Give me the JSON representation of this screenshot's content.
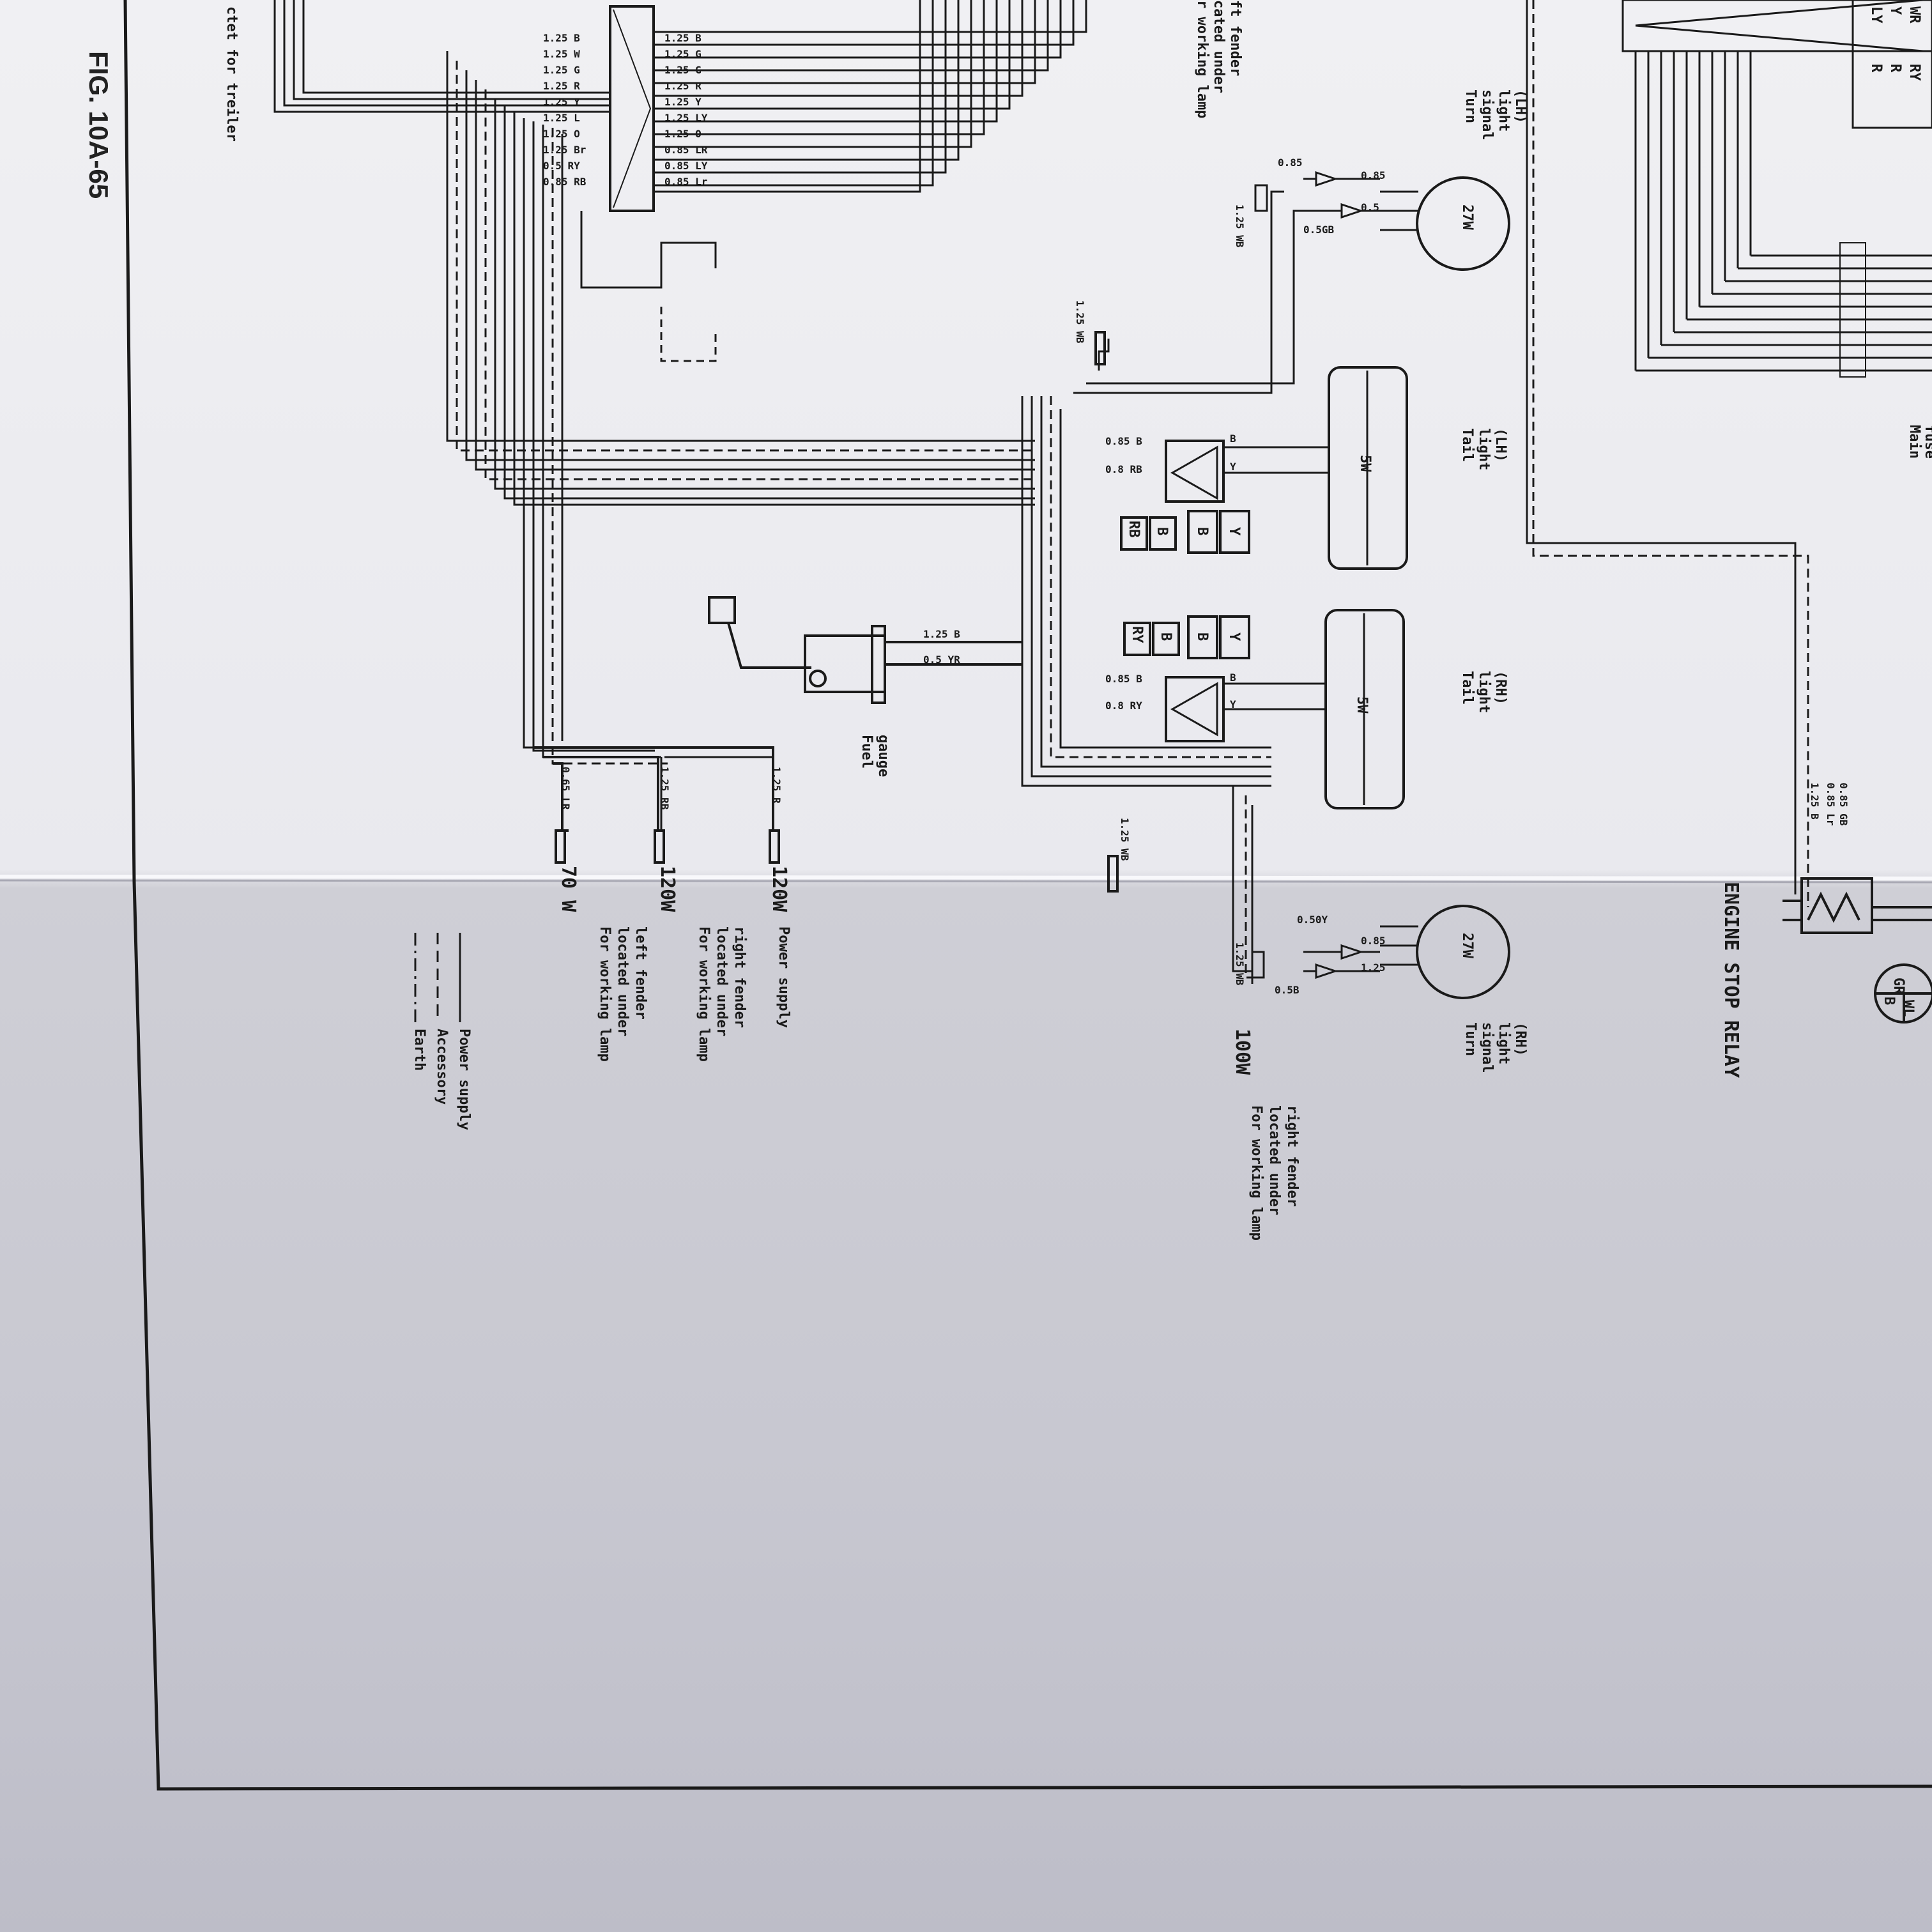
{
  "figure_label": "FIG. 10A-65",
  "trailer_socket_fragment": "ctet for treiler",
  "working_lamp_left_top_fragment": "r working lamp\ncated under\nft fender",
  "wire_sizes_connector_left": [
    "1.25 B",
    "1.25 W",
    "1.25 G",
    "1.25 R",
    "1.25 Y",
    "1.25 L",
    "1.25 O",
    "1.25 Br",
    "0.5 RY",
    "0.85 RB"
  ],
  "wire_sizes_connector_right": [
    "1.25 B",
    "1.25 G",
    "1.25 G",
    "1.25 R",
    "1.25 Y",
    "1.25 LY",
    "1.25 O",
    "0.85 LR",
    "0.85 LY",
    "0.85 Lr"
  ],
  "turn_lh": {
    "label": "Turn\nsignal\nlight\n(LH)",
    "watt": "27W",
    "w1": "0.85",
    "w2": "0.85",
    "w3": "0.5",
    "w4": "0.5GB",
    "w5": "1.25 WB"
  },
  "turn_rh": {
    "label": "Turn\nsignal\nlight\n(RH)",
    "watt": "27W",
    "w1": "0.50Y",
    "w2": "0.85",
    "w3": "1.25",
    "w4": "0.5B",
    "w5": "1.25 WB"
  },
  "tail_lh": {
    "label": "Tail\nlight\n(LH)",
    "watt": "5W",
    "w1": "0.85 B",
    "w2": "0.8 RB",
    "b": "B",
    "y": "Y",
    "c1": "RB",
    "c2": "B",
    "c3": "B",
    "c4": "Y"
  },
  "tail_rh": {
    "label": "Tail\nlight\n(RH)",
    "watt": "5W",
    "w1": "0.85 B",
    "w2": "0.8 RY",
    "b": "B",
    "y": "Y",
    "c1": "RY",
    "c2": "B",
    "c3": "B",
    "c4": "Y"
  },
  "wb_labels": {
    "top": "1.25 WB",
    "bottom": "1.25 WB"
  },
  "fuel_gauge": {
    "label": "Fuel\ngauge",
    "w1": "1.25 B",
    "w2": "0.5 YR"
  },
  "power_terminals": [
    {
      "wire": "1.25 R",
      "watt": "120W",
      "desc": "Power supply"
    },
    {
      "wire": "1.25 RB",
      "watt": "120W",
      "desc": "For working lamp\nlocated under\nright fender"
    },
    {
      "wire": "0.65 LR",
      "watt": "70 W",
      "desc": "For working lamp\nlocated under\nleft fender"
    }
  ],
  "right_working_lamp": {
    "watt": "100W",
    "desc": "For working lamp\nlocated under\nright fender"
  },
  "legend": [
    {
      "style": "solid",
      "label": "Power supply"
    },
    {
      "style": "dashed",
      "label": "Accessory"
    },
    {
      "style": "dashdot",
      "label": "Earth"
    }
  ],
  "engine_stop_relay": {
    "label": "ENGINE STOP RELAY",
    "w1": "0.85 GB",
    "w2": "0.85 Lr",
    "w3": "1.25 B",
    "conn": [
      "GR",
      "B",
      "WL"
    ]
  },
  "main_fuse_box": {
    "label": "Main\nfuse\nbox",
    "top_labels": [
      "LY",
      "Y",
      "WR",
      "R",
      "R",
      "RY"
    ]
  },
  "colors": {
    "paper": "#f2f2f4",
    "paper_shadow": "#c9c9d0",
    "ink": "#1a1a1a"
  }
}
